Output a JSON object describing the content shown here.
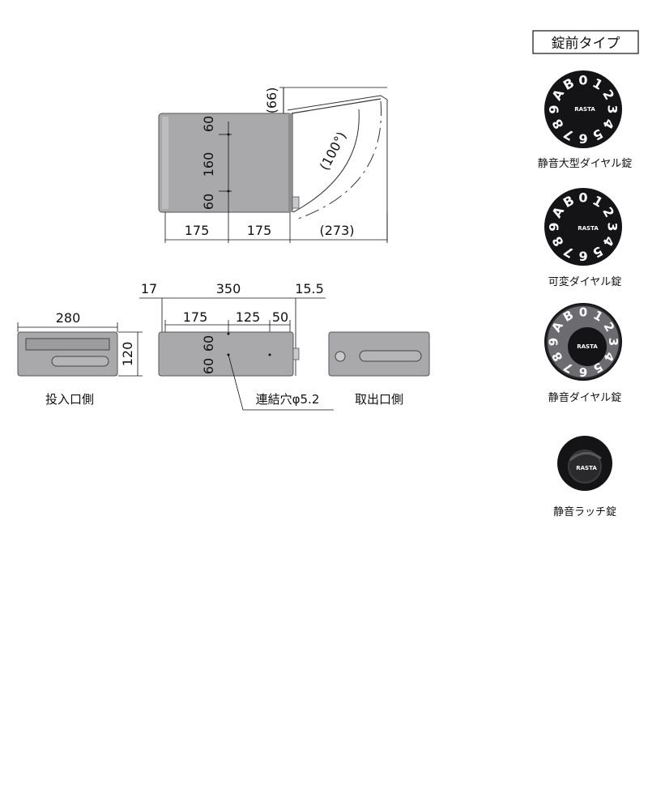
{
  "side_view": {
    "dims": {
      "top_clearance": "(66)",
      "v1": "60",
      "v2": "160",
      "v3": "60",
      "h1": "175",
      "h2": "175",
      "swing": "(273)",
      "angle": "(100°)"
    }
  },
  "top_view": {
    "dims": {
      "left_offset": "17",
      "total": "350",
      "right_offset": "15.5",
      "a": "175",
      "b": "125",
      "c": "50",
      "v1": "60",
      "v2": "60"
    },
    "note": "連結穴φ5.2"
  },
  "insert_view": {
    "width": "280",
    "height": "120",
    "caption": "投入口側"
  },
  "outlet_view": {
    "caption": "取出口側"
  },
  "locks": {
    "header": "錠前タイプ",
    "items": [
      {
        "label": "静音大型ダイヤル錠",
        "type": "dial",
        "brand": "RASTA"
      },
      {
        "label": "可変ダイヤル錠",
        "type": "dial",
        "brand": "RASTA"
      },
      {
        "label": "静音ダイヤル錠",
        "type": "dial-ring",
        "brand": "RASTA"
      },
      {
        "label": "静音ラッチ錠",
        "type": "latch",
        "brand": "RASTA"
      }
    ],
    "dial_characters": [
      "A",
      "B",
      "0",
      "1",
      "2",
      "3",
      "4",
      "5",
      "6",
      "7",
      "8",
      "9"
    ]
  },
  "colors": {
    "box_fill": "#a9a9ab",
    "box_panel": "#9c9c9e",
    "line": "#111111",
    "dial": "#141416"
  }
}
